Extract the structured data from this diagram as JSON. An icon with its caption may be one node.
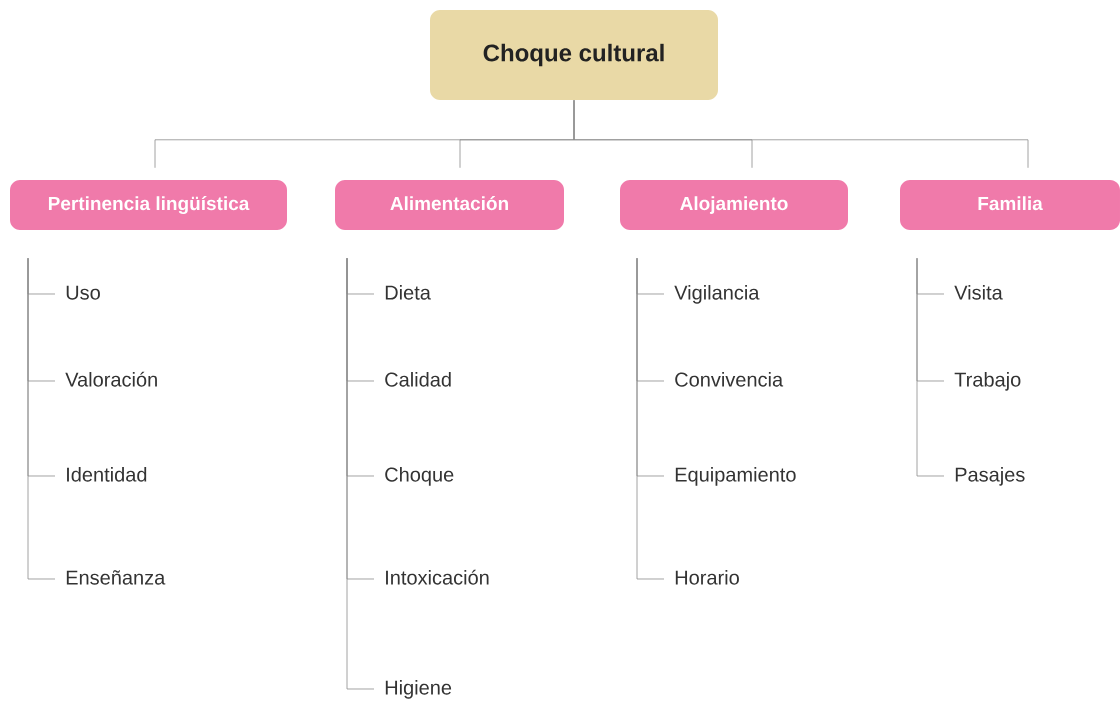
{
  "diagram": {
    "nodes": [
      {
        "text": [
          "Choque cultural"
        ]
      },
      {
        "text": [
          "Pertinencia lingüística"
        ]
      },
      {
        "text": [
          "Alimentación"
        ]
      },
      {
        "text": [
          "Alojamiento"
        ]
      },
      {
        "text": [
          "Familia"
        ]
      },
      {
        "text": [
          "Uso"
        ]
      },
      {
        "text": [
          "Valoración"
        ]
      },
      {
        "text": [
          "Identidad"
        ]
      },
      {
        "text": [
          "Enseñanza"
        ]
      },
      {
        "text": [
          "Dieta"
        ]
      },
      {
        "text": [
          "Calidad"
        ]
      },
      {
        "text": [
          "Choque"
        ]
      },
      {
        "text": [
          "Intoxicación"
        ]
      },
      {
        "text": [
          "Higiene"
        ]
      },
      {
        "text": [
          "Vigilancia"
        ]
      },
      {
        "text": [
          "Convivencia"
        ]
      },
      {
        "text": [
          "Equipamiento"
        ]
      },
      {
        "text": [
          "Horario"
        ]
      },
      {
        "text": [
          "Visita"
        ]
      },
      {
        "text": [
          "Trabajo"
        ]
      },
      {
        "text": [
          "Pasajes"
        ]
      }
    ],
    "edges": [
      {
        "from": 0,
        "to": 1,
        "arrow": "none"
      },
      {
        "from": 0,
        "to": 2,
        "arrow": "none"
      },
      {
        "from": 0,
        "to": 3,
        "arrow": "none"
      },
      {
        "from": 0,
        "to": 4,
        "arrow": "none"
      },
      {
        "from": 1,
        "to": 5,
        "arrow": "none"
      },
      {
        "from": 1,
        "to": 6,
        "arrow": "none"
      },
      {
        "from": 1,
        "to": 7,
        "arrow": "none"
      },
      {
        "from": 1,
        "to": 8,
        "arrow": "none"
      },
      {
        "from": 2,
        "to": 9,
        "arrow": "none"
      },
      {
        "from": 2,
        "to": 10,
        "arrow": "none"
      },
      {
        "from": 2,
        "to": 11,
        "arrow": "none"
      },
      {
        "from": 2,
        "to": 12,
        "arrow": "none"
      },
      {
        "from": 2,
        "to": 13,
        "arrow": "none"
      },
      {
        "from": 3,
        "to": 14,
        "arrow": "none"
      },
      {
        "from": 3,
        "to": 15,
        "arrow": "none"
      },
      {
        "from": 3,
        "to": 16,
        "arrow": "none"
      },
      {
        "from": 3,
        "to": 17,
        "arrow": "none"
      },
      {
        "from": 4,
        "to": 18,
        "arrow": "none"
      },
      {
        "from": 4,
        "to": 19,
        "arrow": "none"
      },
      {
        "from": 4,
        "to": 20,
        "arrow": "none"
      }
    ]
  }
}
